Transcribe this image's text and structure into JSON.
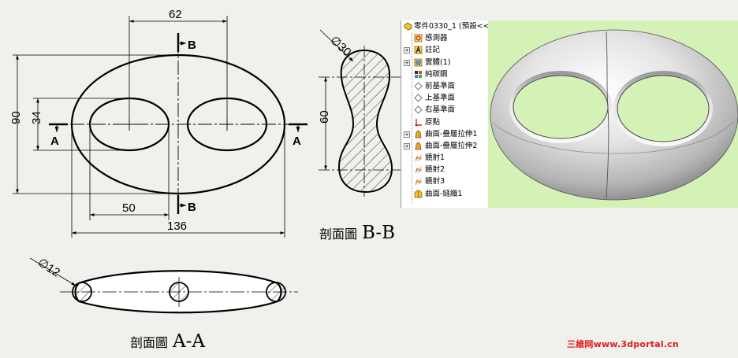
{
  "drawing": {
    "dims": {
      "d62": "62",
      "d90": "90",
      "d34": "34",
      "d50": "50",
      "d136": "136",
      "d60": "60",
      "phi30": "∅30",
      "phi12": "∅12"
    },
    "labels": {
      "A": "A",
      "B": "B"
    },
    "captions": {
      "bb_prefix": "剖面圖",
      "bb_suffix": "B-B",
      "aa_prefix": "剖面圖",
      "aa_suffix": "A-A"
    }
  },
  "tree": {
    "items": [
      {
        "label": "零件0330_1 (預設<<",
        "icon": "part-icon",
        "expand": ""
      },
      {
        "label": "感測器",
        "icon": "sensor-icon",
        "expand": ""
      },
      {
        "label": "註記",
        "icon": "annotation-icon",
        "expand": "+"
      },
      {
        "label": "實體(1)",
        "icon": "solid-body-icon",
        "expand": "+"
      },
      {
        "label": "純碳鋼",
        "icon": "material-icon",
        "expand": ""
      },
      {
        "label": "前基準面",
        "icon": "plane-icon",
        "expand": ""
      },
      {
        "label": "上基準面",
        "icon": "plane-icon",
        "expand": ""
      },
      {
        "label": "右基準面",
        "icon": "plane-icon",
        "expand": ""
      },
      {
        "label": "原點",
        "icon": "origin-icon",
        "expand": ""
      },
      {
        "label": "曲面-疊層拉伸1",
        "icon": "loft-surface-icon",
        "expand": "+"
      },
      {
        "label": "曲面-疊層拉伸2",
        "icon": "loft-surface-icon",
        "expand": "+"
      },
      {
        "label": "鏡射1",
        "icon": "mirror-icon",
        "expand": ""
      },
      {
        "label": "鏡射2",
        "icon": "mirror-icon",
        "expand": ""
      },
      {
        "label": "鏡射3",
        "icon": "mirror-icon",
        "expand": ""
      },
      {
        "label": "曲面-縫織1",
        "icon": "knit-surface-icon",
        "expand": ""
      }
    ]
  },
  "colors": {
    "background": "#f0f0ec",
    "viewport": "#d4f1b6",
    "watermark": "#e31b1b"
  },
  "watermark": "三維网www.3dportal.cn"
}
